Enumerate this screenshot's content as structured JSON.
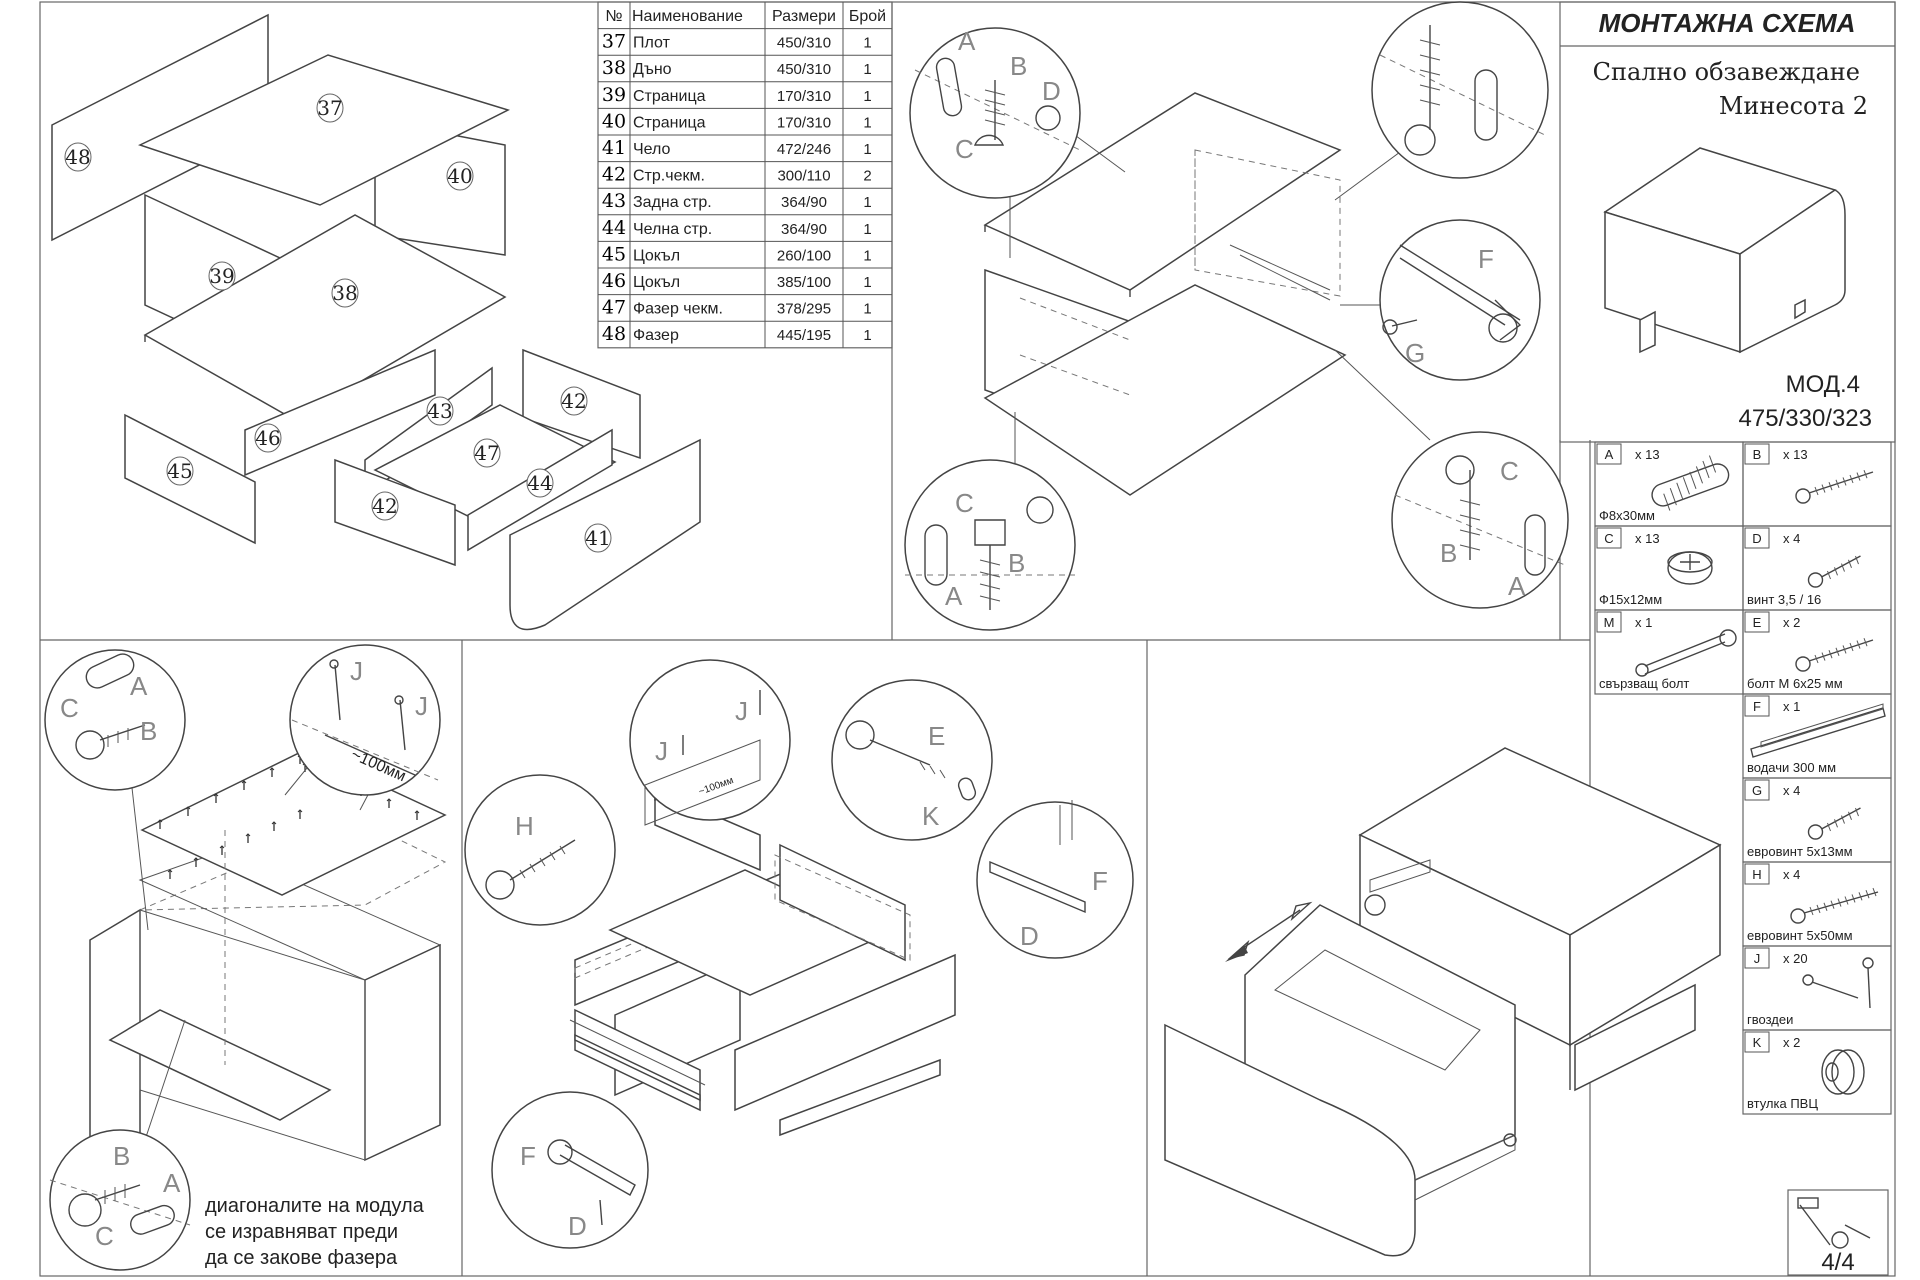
{
  "header": {
    "title": "МОНТАЖНА СХЕМА",
    "product_line": "Спално обзавеждане",
    "model_name": "Минесота 2",
    "module": "МОД.4",
    "dimensions": "475/330/323"
  },
  "parts_table": {
    "columns": [
      "№",
      "Наименование",
      "Размери",
      "Брой"
    ],
    "rows": [
      {
        "no": "37",
        "name": "Плот",
        "size": "450/310",
        "qty": "1"
      },
      {
        "no": "38",
        "name": "Дъно",
        "size": "450/310",
        "qty": "1"
      },
      {
        "no": "39",
        "name": "Страница",
        "size": "170/310",
        "qty": "1"
      },
      {
        "no": "40",
        "name": "Страница",
        "size": "170/310",
        "qty": "1"
      },
      {
        "no": "41",
        "name": "Чело",
        "size": "472/246",
        "qty": "1"
      },
      {
        "no": "42",
        "name": "Стр.чекм.",
        "size": "300/110",
        "qty": "2"
      },
      {
        "no": "43",
        "name": "Задна стр.",
        "size": "364/90",
        "qty": "1"
      },
      {
        "no": "44",
        "name": "Челна стр.",
        "size": "364/90",
        "qty": "1"
      },
      {
        "no": "45",
        "name": "Цокъл",
        "size": "260/100",
        "qty": "1"
      },
      {
        "no": "46",
        "name": "Цокъл",
        "size": "385/100",
        "qty": "1"
      },
      {
        "no": "47",
        "name": "Фазер чекм.",
        "size": "378/295",
        "qty": "1"
      },
      {
        "no": "48",
        "name": "Фазер",
        "size": "445/195",
        "qty": "1"
      }
    ]
  },
  "hardware": [
    {
      "letter": "A",
      "qty": "x 13",
      "desc": "Ф8x30мм",
      "icon": "dowel-icon"
    },
    {
      "letter": "B",
      "qty": "x 13",
      "desc": "",
      "icon": "connector-bolt-icon"
    },
    {
      "letter": "C",
      "qty": "x 13",
      "desc": "Ф15x12мм",
      "icon": "cam-lock-icon"
    },
    {
      "letter": "D",
      "qty": "x 4",
      "desc": "винт 3,5 / 16",
      "icon": "screw-icon"
    },
    {
      "letter": "M",
      "qty": "x 1",
      "desc": "свързващ болт",
      "icon": "connecting-bolt-icon"
    },
    {
      "letter": "E",
      "qty": "x 2",
      "desc": "болт М 6x25 мм",
      "icon": "bolt-icon"
    },
    {
      "letter": "F",
      "qty": "x 1",
      "desc": "водачи 300 мм",
      "icon": "drawer-rail-icon"
    },
    {
      "letter": "G",
      "qty": "x 4",
      "desc": "евровинт 5x13мм",
      "icon": "euroscrew-short-icon"
    },
    {
      "letter": "H",
      "qty": "x 4",
      "desc": "евровинт 5x50мм",
      "icon": "euroscrew-long-icon"
    },
    {
      "letter": "J",
      "qty": "x 20",
      "desc": "гвоздеи",
      "icon": "nail-icon"
    },
    {
      "letter": "K",
      "qty": "x 2",
      "desc": "втулка ПВЦ",
      "icon": "pvc-sleeve-icon"
    }
  ],
  "labels": {
    "nail_spacing": "~100мм",
    "nail_spacing_small": "~100мм",
    "note_line1": "диагоналите на модула",
    "note_line2": "се изравняват преди",
    "note_line3": "да се закове фазера",
    "page": "4/4"
  },
  "diagram_numbers": [
    "48",
    "37",
    "40",
    "39",
    "38",
    "46",
    "45",
    "43",
    "42",
    "47",
    "44",
    "42",
    "41"
  ],
  "detail_letters": {
    "top_center_a": [
      "A",
      "B",
      "C",
      "D"
    ],
    "top_center_b": [
      "C",
      "B",
      "A"
    ],
    "right_top": [
      "F",
      "G"
    ],
    "right_bottom": [
      "C",
      "B",
      "A"
    ],
    "bottom_left_a": [
      "A",
      "C",
      "B"
    ],
    "bottom_left_b": [
      "J",
      "J"
    ],
    "bottom_left_c": [
      "B",
      "A",
      "C"
    ],
    "bottom_mid": [
      "H",
      "J",
      "J",
      "E",
      "K",
      "F",
      "D",
      "F",
      "D"
    ]
  }
}
